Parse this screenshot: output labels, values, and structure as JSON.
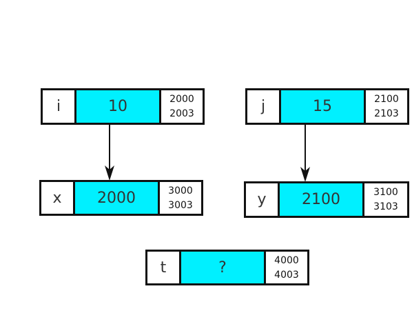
{
  "colors": {
    "value_fill": "#00f0ff",
    "border": "#111111",
    "arrow": "#111111"
  },
  "cells": {
    "i": {
      "name": "i",
      "value": "10",
      "addr_start": "2000",
      "addr_end": "2003"
    },
    "j": {
      "name": "j",
      "value": "15",
      "addr_start": "2100",
      "addr_end": "2103"
    },
    "x": {
      "name": "x",
      "value": "2000",
      "addr_start": "3000",
      "addr_end": "3003"
    },
    "y": {
      "name": "y",
      "value": "2100",
      "addr_start": "3100",
      "addr_end": "3103"
    },
    "t": {
      "name": "t",
      "value": "?",
      "addr_start": "4000",
      "addr_end": "4003"
    }
  }
}
